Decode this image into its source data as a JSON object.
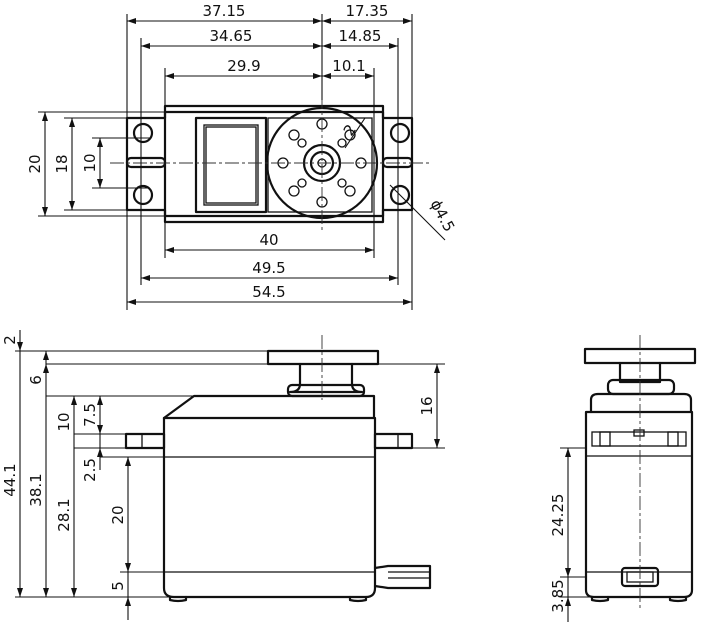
{
  "top_view": {
    "dims": {
      "d37_15": "37.15",
      "d17_35": "17.35",
      "d34_65": "34.65",
      "d14_85": "14.85",
      "d29_9": "29.9",
      "d10_1": "10.1",
      "d20": "20",
      "d18": "18",
      "d10": "10",
      "d40": "40",
      "d49_5": "49.5",
      "d54_5": "54.5",
      "d_r2": "2",
      "d_phi": "ɸ4.5"
    }
  },
  "side_view": {
    "dims": {
      "d2": "2",
      "d6": "6",
      "d10": "10",
      "d7_5": "7.5",
      "d2_5": "2.5",
      "d44_1": "44.1",
      "d38_1": "38.1",
      "d28_1": "28.1",
      "d20": "20",
      "d5": "5",
      "d16": "16"
    }
  },
  "end_view": {
    "dims": {
      "d24_25": "24.25",
      "d3_85": "3.85"
    }
  }
}
